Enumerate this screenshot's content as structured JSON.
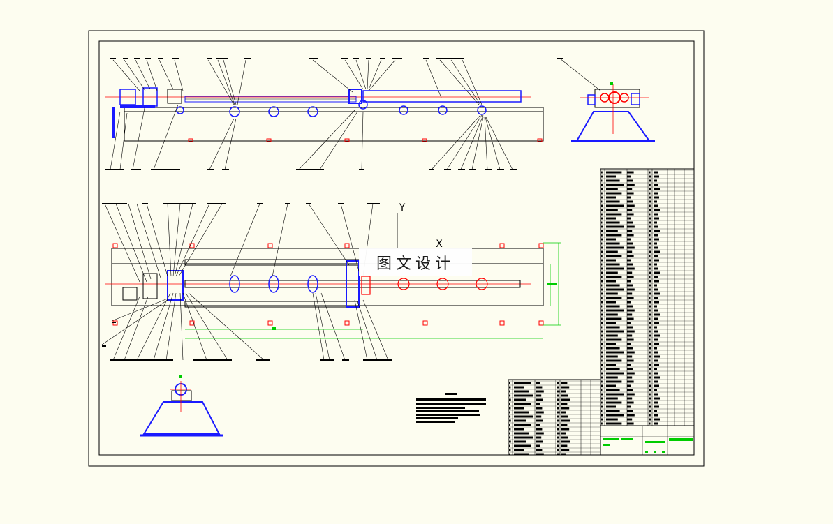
{
  "axis_labels": {
    "y": "Y",
    "x": "X"
  },
  "watermark_text": "图文设计",
  "colors": {
    "background": "#fdfdf0",
    "line": "#000000",
    "part": "#1a1aff",
    "centerline": "#ff0000",
    "dimension": "#00cc00"
  }
}
